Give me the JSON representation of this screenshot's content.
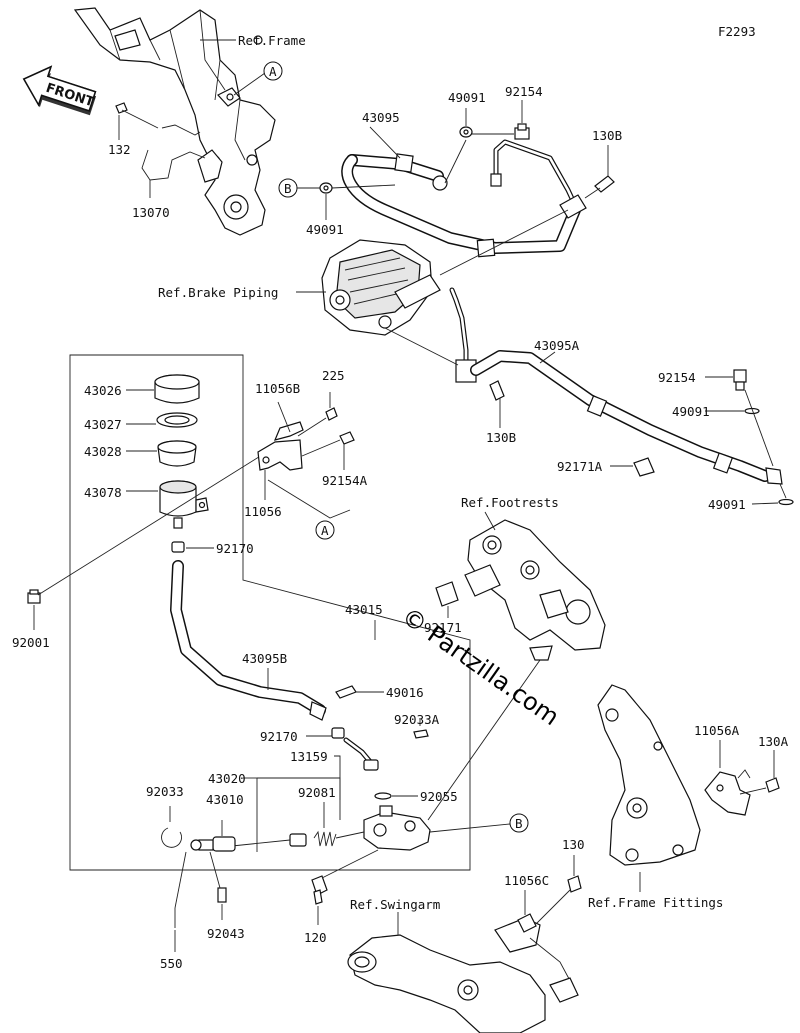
{
  "figure_code": "F2293",
  "watermark": "© Partzilla.com",
  "front_label": "FRONT",
  "ref_labels": {
    "frame": "Ref.Frame",
    "brake_piping": "Ref.Brake Piping",
    "footrests": "Ref.Footrests",
    "swingarm": "Ref.Swingarm",
    "frame_fittings": "Ref.Frame Fittings"
  },
  "callouts": {
    "a1": "A",
    "a2": "A",
    "b1": "B",
    "b2": "B"
  },
  "part_numbers": {
    "p132": "132",
    "p13070": "13070",
    "p43095": "43095",
    "p49091_top": "49091",
    "p92154_top": "92154",
    "p130B_top": "130B",
    "p49091_left": "49091",
    "p43095A": "43095A",
    "p92154_right": "92154",
    "p49091_right1": "49091",
    "p130B_mid": "130B",
    "p92171A": "92171A",
    "p49091_right2": "49091",
    "p43026": "43026",
    "p43027": "43027",
    "p43028": "43028",
    "p43078": "43078",
    "p11056B": "11056B",
    "p225": "225",
    "p92154A": "92154A",
    "p11056": "11056",
    "p92170_top": "92170",
    "p92001": "92001",
    "p43015": "43015",
    "p92171": "92171",
    "p43095B": "43095B",
    "p49016": "49016",
    "p92033A": "92033A",
    "p92170_mid": "92170",
    "p13159": "13159",
    "p43020": "43020",
    "p92033": "92033",
    "p43010": "43010",
    "p92081": "92081",
    "p92055": "92055",
    "p11056A": "11056A",
    "p130A": "130A",
    "p130_bottom": "130",
    "p11056C": "11056C",
    "p92043": "92043",
    "p120": "120",
    "p550": "550"
  }
}
